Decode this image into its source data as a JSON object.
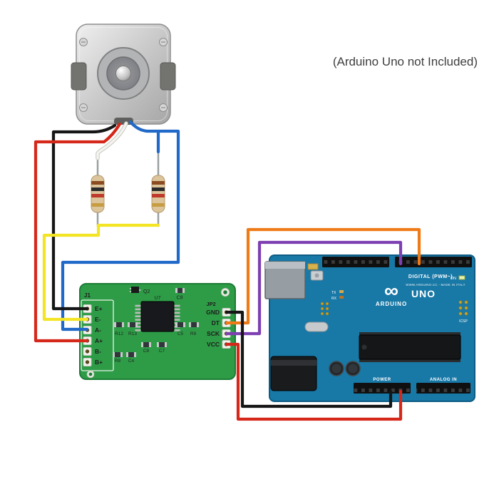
{
  "caption": "(Arduino Uno not Included)",
  "colors": {
    "hx711_green": "#2E9C47",
    "arduino_blue": "#1878A6"
  },
  "wires": {
    "black": "#161616",
    "red": "#d5281b",
    "yellow": "#f3e424",
    "blue": "#2069c8",
    "white": "#f4f3ef",
    "orange": "#ee7b18",
    "purple": "#7d3fb2"
  },
  "hx711": {
    "j1": "J1",
    "q2": "Q2",
    "u7": "U7",
    "c8_top": "C8",
    "jp2": "JP2",
    "left_pins": [
      "E+",
      "E-",
      "A-",
      "A+",
      "B-",
      "B+"
    ],
    "right_pins": [
      "GND",
      "DT",
      "SCK",
      "VCC"
    ],
    "labels": {
      "r12": "R12",
      "r13": "R13",
      "c5": "C5",
      "r9": "R9",
      "c8": "C8",
      "c7": "C7",
      "r8": "R8",
      "c4": "C4"
    }
  },
  "arduino": {
    "brand": "ARDUINO",
    "model": "UNO",
    "infinity": "∞",
    "digital_label": "DIGITAL (PWM~)",
    "power_label": "POWER",
    "analog_label": "ANALOG IN",
    "icsp_label": "ICSP",
    "on_label": "ON",
    "tx_label": "TX",
    "rx_label": "RX",
    "made_in": "WWW.ARDUINO.CC - MADE IN ITALY"
  }
}
